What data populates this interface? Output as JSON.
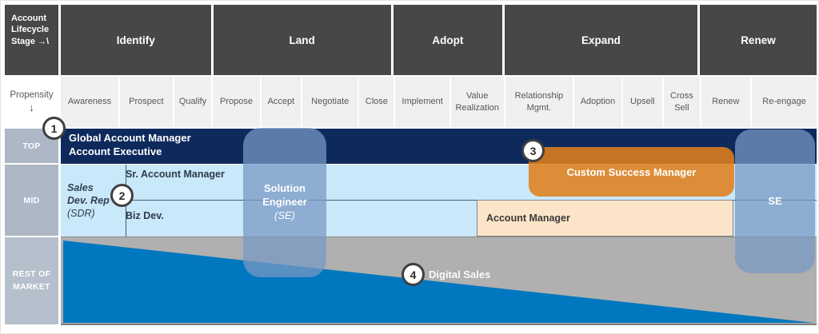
{
  "matrix": {
    "corner_label": "Account\nLifecycle\nStage →\\",
    "propensity_label": "Propensity",
    "stages": [
      {
        "label": "Identify",
        "substages": [
          "Awareness",
          "Prospect",
          "Qualify"
        ]
      },
      {
        "label": "Land",
        "substages": [
          "Propose",
          "Accept",
          "Negotiate",
          "Close"
        ]
      },
      {
        "label": "Adopt",
        "substages": [
          "Implement",
          "Value Realization"
        ]
      },
      {
        "label": "Expand",
        "substages": [
          "Relationship Mgmt.",
          "Adoption",
          "Upsell",
          "Cross Sell"
        ]
      },
      {
        "label": "Renew",
        "substages": [
          "Renew",
          "Re-engage"
        ]
      }
    ],
    "tiers": [
      {
        "label": "TOP"
      },
      {
        "label": "MID"
      },
      {
        "label": "REST OF\nMARKET"
      }
    ]
  },
  "roles": {
    "global_account_manager": "Global Account Manager",
    "account_executive": "Account Executive",
    "sales_dev_rep": "Sales Dev. Rep",
    "sales_dev_rep_abbr": "(SDR)",
    "sr_account_manager": "Sr. Account Manager",
    "biz_dev": "Biz Dev.",
    "solution_engineer": "Solution Engineer",
    "solution_engineer_abbr": "(SE)",
    "custom_success_manager": "Custom Success Manager",
    "account_manager": "Account Manager",
    "se_short": "SE",
    "digital_sales": "Digital Sales"
  },
  "annotations": {
    "marker1": "1",
    "marker2": "2",
    "marker3": "3",
    "marker4": "4"
  },
  "icons": {
    "down_arrow": "↓"
  },
  "colors": {
    "header_dark": "#474747",
    "navy_band": "#0e2a5c",
    "light_blue_band": "#c9e8fa",
    "peach_band": "#fce4c9",
    "orange_band": "#e0801a",
    "se_band": "#7898c4",
    "digital_sales_blue": "#0077bf",
    "tier_slate": "#adb7c5",
    "rest_of_market_gray": "#b0b0b0",
    "substage_bg": "#f0f0f1"
  }
}
